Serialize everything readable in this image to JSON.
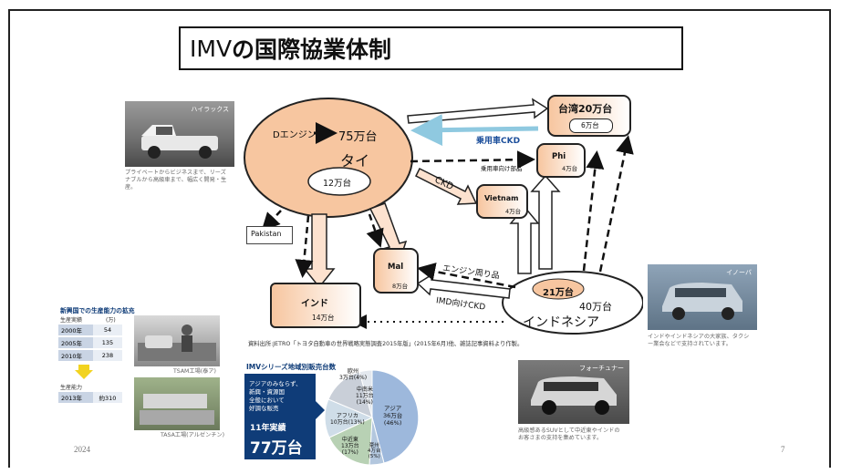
{
  "slide": {
    "title_prefix": "IMV",
    "title_main": "の国際協業体制",
    "date": "2024",
    "page_number": "7"
  },
  "photos": {
    "hilux": {
      "tag": "ハイラックス",
      "caption_1": "プライベートからビジネスまで、リーズ",
      "caption_2": "ナブルから高級車まで、幅広く開発・生",
      "caption_3": "産。"
    },
    "innova": {
      "tag": "イノーバ",
      "caption_1": "インドやインドネシアの大家族、タクシ",
      "caption_2": "ー業会などで支持されています。"
    },
    "fortuner": {
      "tag": "フォーチュナー",
      "caption_1": "高級感あるSUVとして中近東やインドの",
      "caption_2": "お客さまの支持を集めています。"
    }
  },
  "capacity_panel": {
    "title": "新興国での生産能力の拡充",
    "col_label": "生産実績",
    "unit": "(万)",
    "rows": [
      {
        "year": "2000年",
        "value": "54"
      },
      {
        "year": "2005年",
        "value": "135"
      },
      {
        "year": "2010年",
        "value": "238"
      }
    ],
    "capacity_label": "生産能力",
    "capacity_year": "2013年",
    "capacity_value": "約310",
    "plant_1": "TSAM工場(泰ア)",
    "plant_2": "TASA工場(アルゼンチン)"
  },
  "diagram": {
    "thai": {
      "name": "タイ",
      "engine": "Dエンジン",
      "volume": "75万台",
      "inner": "12万台"
    },
    "taiwan": {
      "name": "台湾20万台",
      "inner": "6万台"
    },
    "passenger_ckd": "乗用車CKD",
    "passenger_parts": "乗用車向け部品",
    "phi": {
      "name": "Phi",
      "volume": "4万台"
    },
    "vietnam": {
      "name": "Vietnam",
      "volume": "4万台"
    },
    "ckd": "CKD",
    "pakistan": "Pakistan",
    "mal": {
      "name": "Mal",
      "volume": "8万台"
    },
    "engine_parts": "エンジン周り品",
    "imd_ckd": "IMD向けCKD",
    "india": {
      "name": "インド",
      "volume": "14万台"
    },
    "indonesia": {
      "name": "インドネシア",
      "volume": "40万台",
      "inner": "21万台"
    },
    "source": "資料出所:JETRO「トヨタ自動車の世界戦略実態調査2015年版」(2015年6月)他、雑誌記事資料より作製。"
  },
  "sales": {
    "title": "IMVシリーズ地域別販売台数",
    "callout_1": "アジアのみならず、",
    "callout_2": "新興・資源国",
    "callout_3": "全般において",
    "callout_4": "好調な販売",
    "result_label": "11年実績",
    "result_value": "77万台",
    "segments": [
      {
        "name": "アジア",
        "value": "36万台",
        "pct": "(46%)"
      },
      {
        "name": "中近東",
        "value": "13万台",
        "pct": "(17%)"
      },
      {
        "name": "アフリカ",
        "value": "10万台",
        "pct": "(13%)"
      },
      {
        "name": "中南米",
        "value": "11万台",
        "pct": "(14%)"
      },
      {
        "name": "欧州",
        "value": "3万台",
        "pct": "(4%)"
      },
      {
        "name": "豪州",
        "value": "4万台",
        "pct": "(5%)"
      }
    ]
  },
  "colors": {
    "peach": "#f7c6a0",
    "navy": "#0f3c78",
    "pie_asia": "#9db8dc",
    "pie_other": "#b8c6d6"
  }
}
